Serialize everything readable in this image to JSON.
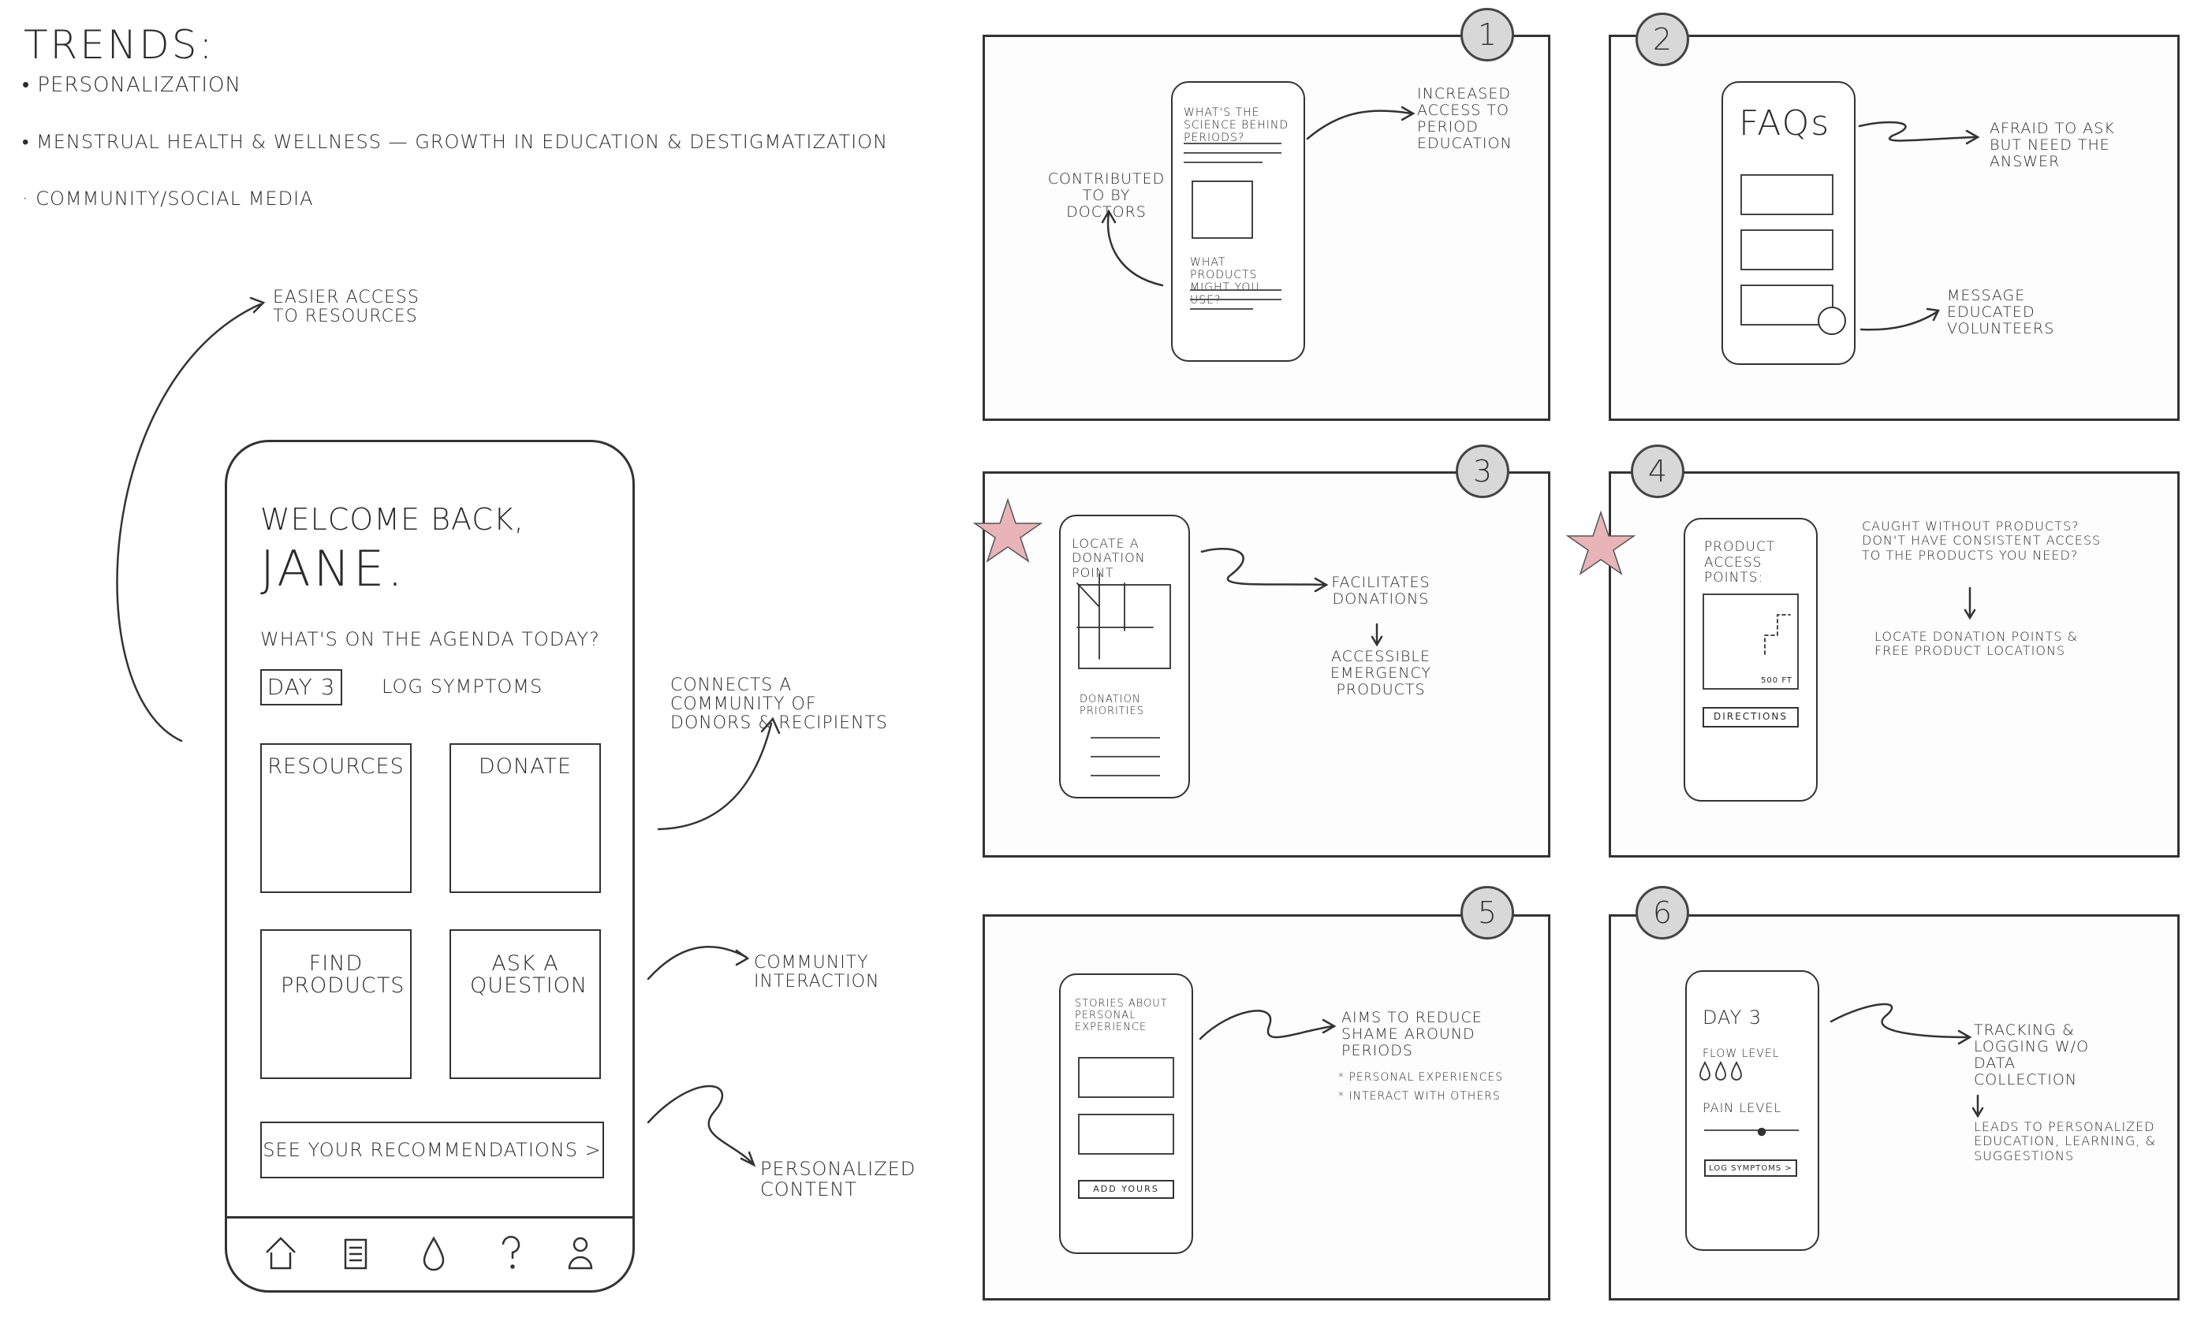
{
  "trends": {
    "title": "TRENDS:",
    "items": [
      "• PERSONALIZATION",
      "• MENSTRUAL HEALTH & WELLNESS — GROWTH IN EDUCATION & DESTIGMATIZATION",
      "· COMMUNITY/SOCIAL MEDIA"
    ]
  },
  "main_phone": {
    "welcome": "WELCOME BACK,",
    "name": "JANE.",
    "agenda": "WHAT'S ON THE AGENDA TODAY?",
    "day_badge": "DAY 3",
    "log_link": "LOG SYMPTOMS",
    "tiles": [
      "RESOURCES",
      "DONATE",
      "FIND PRODUCTS",
      "ASK A QUESTION"
    ],
    "recommendations": "SEE YOUR RECOMMENDATIONS >",
    "nav_icons": [
      "home-icon",
      "journal-icon",
      "drop-icon",
      "question-icon",
      "profile-icon"
    ]
  },
  "main_annotations": {
    "resources": "EASIER ACCESS TO RESOURCES",
    "donate": "CONNECTS A COMMUNITY OF DONORS & RECIPIENTS",
    "ask": "COMMUNITY INTERACTION",
    "recommend": "PERSONALIZED CONTENT"
  },
  "frames": [
    {
      "number": "1",
      "screen_title": "WHAT'S THE SCIENCE BEHIND PERIODS?",
      "screen_sub": "WHAT PRODUCTS MIGHT YOU USE?",
      "note_right": "INCREASED ACCESS TO PERIOD EDUCATION",
      "note_left": "CONTRIBUTED TO BY DOCTORS"
    },
    {
      "number": "2",
      "screen_title": "FAQs",
      "note_top": "AFRAID TO ASK BUT NEED THE ANSWER",
      "note_bottom": "MESSAGE EDUCATED VOLUNTEERS"
    },
    {
      "number": "3",
      "screen_title": "LOCATE A DONATION POINT",
      "screen_sub": "DONATION PRIORITIES",
      "note_top": "FACILITATES DONATIONS",
      "note_bottom": "ACCESSIBLE EMERGENCY PRODUCTS"
    },
    {
      "number": "4",
      "screen_title": "PRODUCT ACCESS POINTS:",
      "map_label": "500 FT",
      "button": "DIRECTIONS",
      "note_top": "CAUGHT WITHOUT PRODUCTS? DON'T HAVE CONSISTENT ACCESS TO THE PRODUCTS YOU NEED?",
      "note_bottom": "LOCATE DONATION POINTS & FREE PRODUCT LOCATIONS"
    },
    {
      "number": "5",
      "screen_title": "STORIES ABOUT PERSONAL EXPERIENCE",
      "button": "ADD YOURS",
      "note_top": "AIMS TO REDUCE SHAME AROUND PERIODS",
      "bullets": [
        "* PERSONAL EXPERIENCES",
        "* INTERACT WITH OTHERS"
      ]
    },
    {
      "number": "6",
      "screen_day": "DAY 3",
      "flow_label": "FLOW LEVEL",
      "pain_label": "PAIN LEVEL",
      "button": "LOG SYMPTOMS >",
      "note_top": "TRACKING & LOGGING W/O DATA COLLECTION",
      "note_bottom": "LEADS TO PERSONALIZED EDUCATION, LEARNING, & SUGGESTIONS"
    }
  ],
  "colors": {
    "ink": "#2b2b2b",
    "star": "#e8b4b8",
    "badge": "#d8d8d8"
  }
}
